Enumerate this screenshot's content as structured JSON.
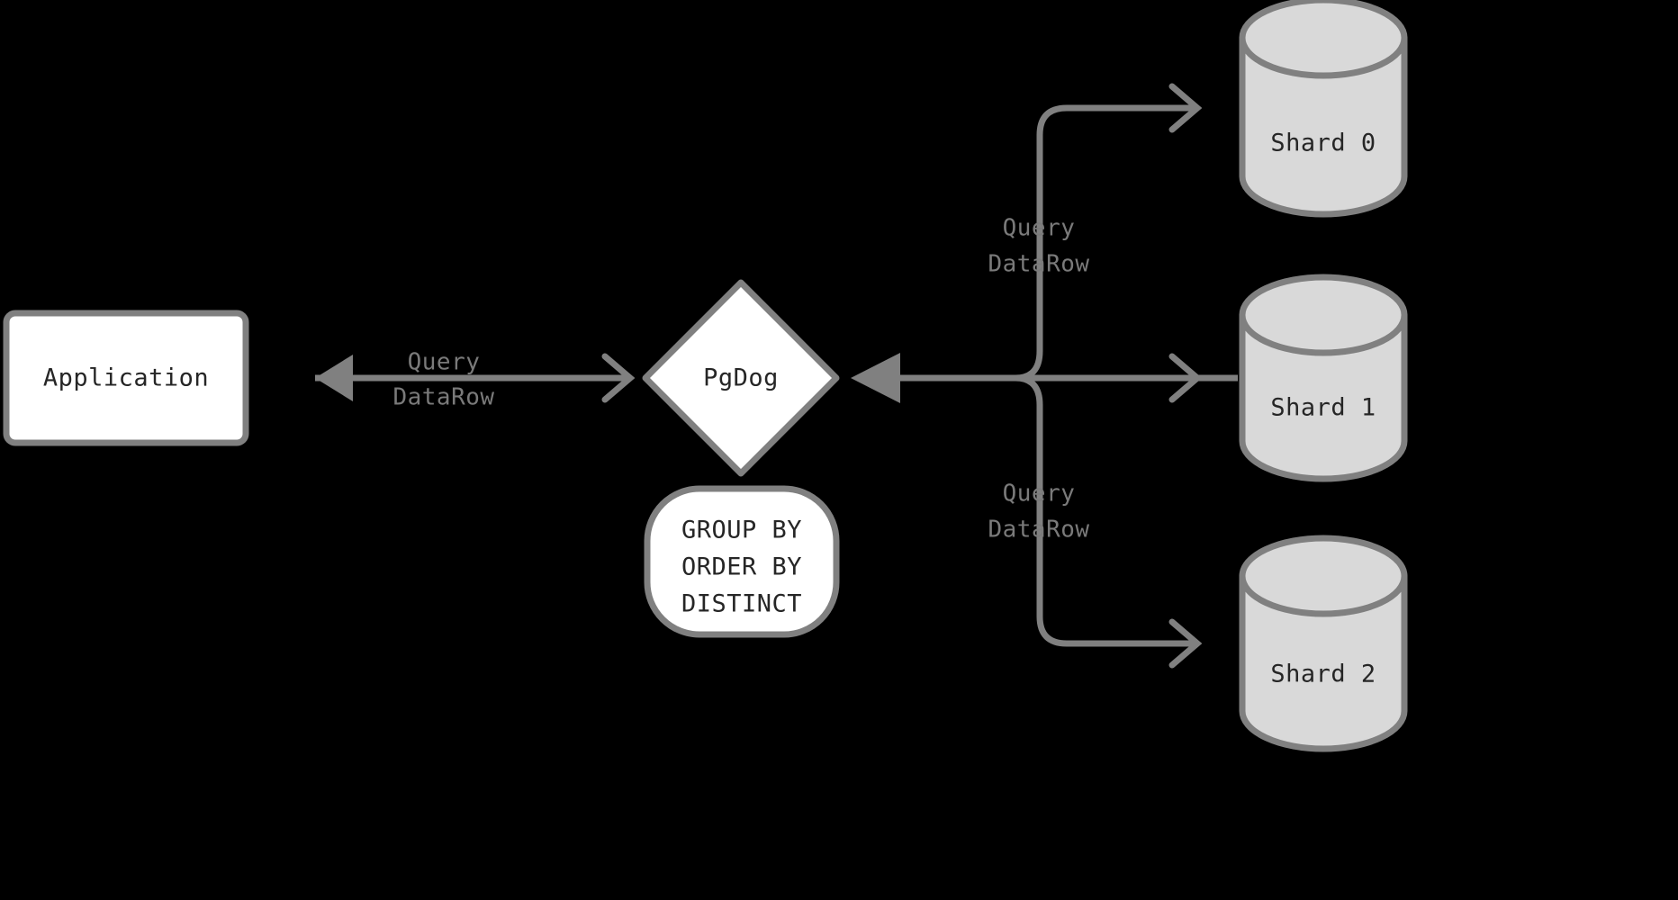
{
  "diagram": {
    "title": "PgDog sharded query routing",
    "background_color": "#000000",
    "stroke_color": "#808080",
    "node_fill_white": "#ffffff",
    "cylinder_fill": "#d9d9d9",
    "text_color_dark": "#262626",
    "text_color_muted": "#7a7a7a"
  },
  "nodes": {
    "application": {
      "label": "Application",
      "shape": "rounded-rect"
    },
    "pgdog": {
      "label": "PgDog",
      "shape": "diamond"
    },
    "operations": {
      "shape": "rounded-box",
      "lines": [
        "GROUP BY",
        "ORDER BY",
        "DISTINCT"
      ],
      "line1": "GROUP BY",
      "line2": "ORDER BY",
      "line3": "DISTINCT"
    },
    "shard0": {
      "label": "Shard 0",
      "shape": "cylinder"
    },
    "shard1": {
      "label": "Shard 1",
      "shape": "cylinder"
    },
    "shard2": {
      "label": "Shard 2",
      "shape": "cylinder"
    }
  },
  "edge_labels": {
    "app_pgdog": {
      "line1": "Query",
      "line2": "DataRow"
    },
    "pgdog_shard_top": {
      "line1": "Query",
      "line2": "DataRow"
    },
    "pgdog_shard_bottom": {
      "line1": "Query",
      "line2": "DataRow"
    }
  }
}
